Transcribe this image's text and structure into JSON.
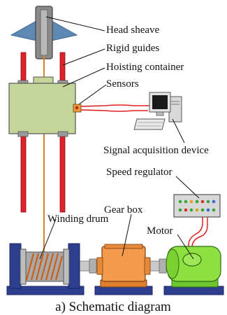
{
  "figure": {
    "caption": "a) Schematic diagram"
  },
  "labels": {
    "head_sheave": "Head sheave",
    "rigid_guides": "Rigid guides",
    "hoisting_container": "Hoisting container",
    "sensors": "Sensors",
    "signal_acquisition_device": "Signal acquisition device",
    "speed_regulator": "Speed regulator",
    "gear_box": "Gear box",
    "winding_drum": "Winding drum",
    "motor": "Motor"
  },
  "colors": {
    "guide_red": "#e0202a",
    "container_green": "#c5d59a",
    "rope_orange": "#d9822b",
    "sheave_blue": "#5f89b5",
    "base_navy": "#2d3e8f",
    "gearbox_orange": "#f39a4c",
    "motor_green": "#8ee040",
    "cable_red": "#e02020",
    "regulator_gray": "#d8d8d8"
  },
  "icons": {
    "computer": "desktop-computer-icon",
    "led_panel": "led-indicator-grid"
  }
}
